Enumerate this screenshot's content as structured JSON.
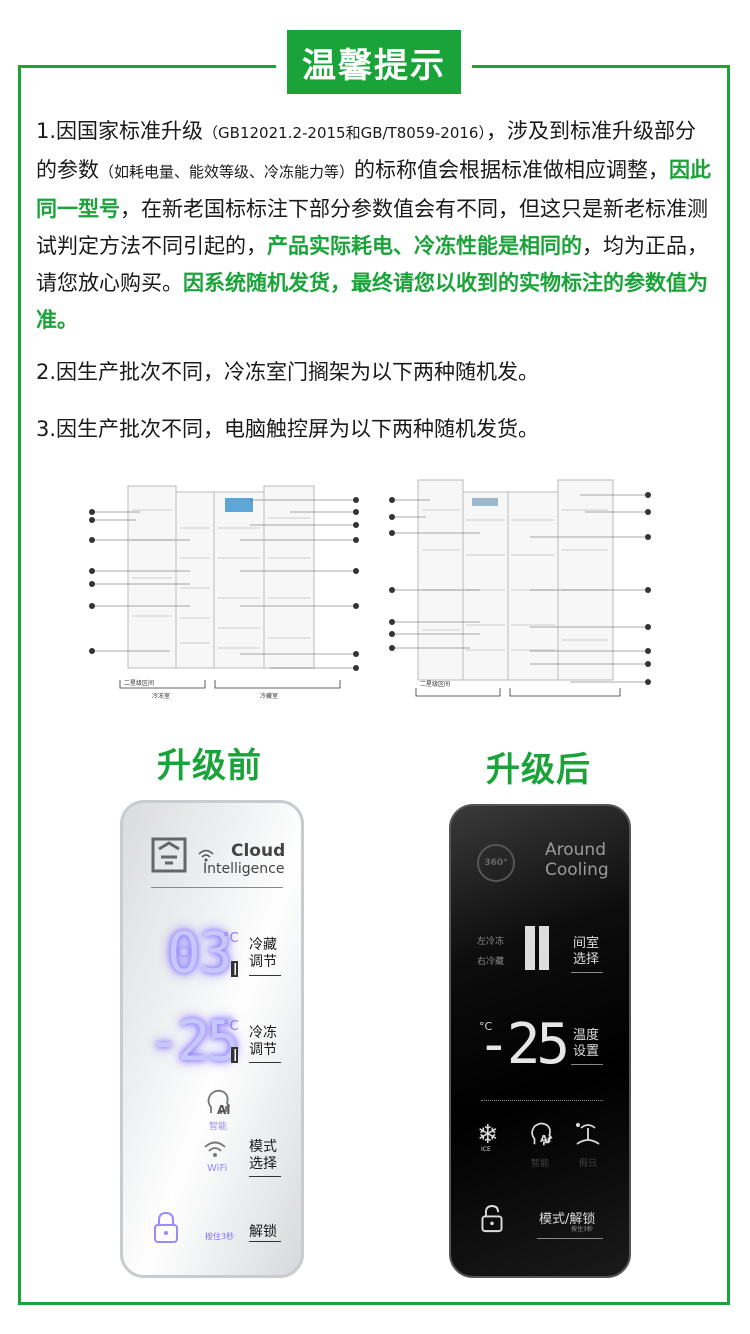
{
  "header": {
    "title": "温馨提示"
  },
  "notice": {
    "p1_a": "1.因国家标准升级",
    "p1_b": "（GB12021.2-2015和GB/T8059-2016）",
    "p1_c": "，涉及到标准升级部分的参数",
    "p1_d": "（如耗电量、能效等级、冷冻能力等）",
    "p1_e": "的标称值会根据标准做相应调整，",
    "p1_f": "因此同一型号",
    "p1_g": "，在新老国标标注下部分参数值会有不同，但这只是新老标准测试判定方法不同引起的，",
    "p1_h": "产品实际耗电、冷冻性能是相同的",
    "p1_i": "，均为正品，请您放心购买。",
    "p1_j": "因系统随机发货，最终请您以收到的实物标注的参数值为准。",
    "p2": "2.因生产批次不同，冷冻室门搁架为以下两种随机发。",
    "p3": "3.因生产批次不同，电脑触控屏为以下两种随机发货。"
  },
  "fridge_left": {
    "zone_left": "冷冻室",
    "zone_right": "冷藏室",
    "tag": "二星级区间"
  },
  "fridge_right": {
    "tag": "二星级区间"
  },
  "compare": {
    "before": "升级前",
    "after": "升级后"
  },
  "panel_before": {
    "brand_line1": "Cloud",
    "brand_line2": "Intelligence",
    "fridge_temp": "03",
    "freeze_temp": "-25",
    "unit": "°C",
    "btn_fridge_l1": "冷藏",
    "btn_fridge_l2": "调节",
    "btn_freeze_l1": "冷冻",
    "btn_freeze_l2": "调节",
    "ai_label": "Ai",
    "ai_sub": "智能",
    "wifi_label": "WiFi",
    "btn_mode_l1": "模式",
    "btn_mode_l2": "选择",
    "lock_hint": "按住3秒",
    "btn_unlock": "解锁"
  },
  "panel_after": {
    "badge": "360°",
    "brand_line1": "Around",
    "brand_line2": "Cooling",
    "left_freeze": "左冷冻",
    "right_fridge": "右冷藏",
    "btn_room_l1": "间室",
    "btn_room_l2": "选择",
    "unit": "°C",
    "temp": "-25",
    "btn_temp_l1": "温度",
    "btn_temp_l2": "设置",
    "ice_label": "ICE",
    "ai_label": "Ai",
    "ai_sub": "智能",
    "holiday_sub": "假日",
    "btn_mode": "模式/解锁",
    "lock_hint": "按住3秒"
  },
  "colors": {
    "accent": "#1aa339",
    "led": "#7d6bff"
  }
}
